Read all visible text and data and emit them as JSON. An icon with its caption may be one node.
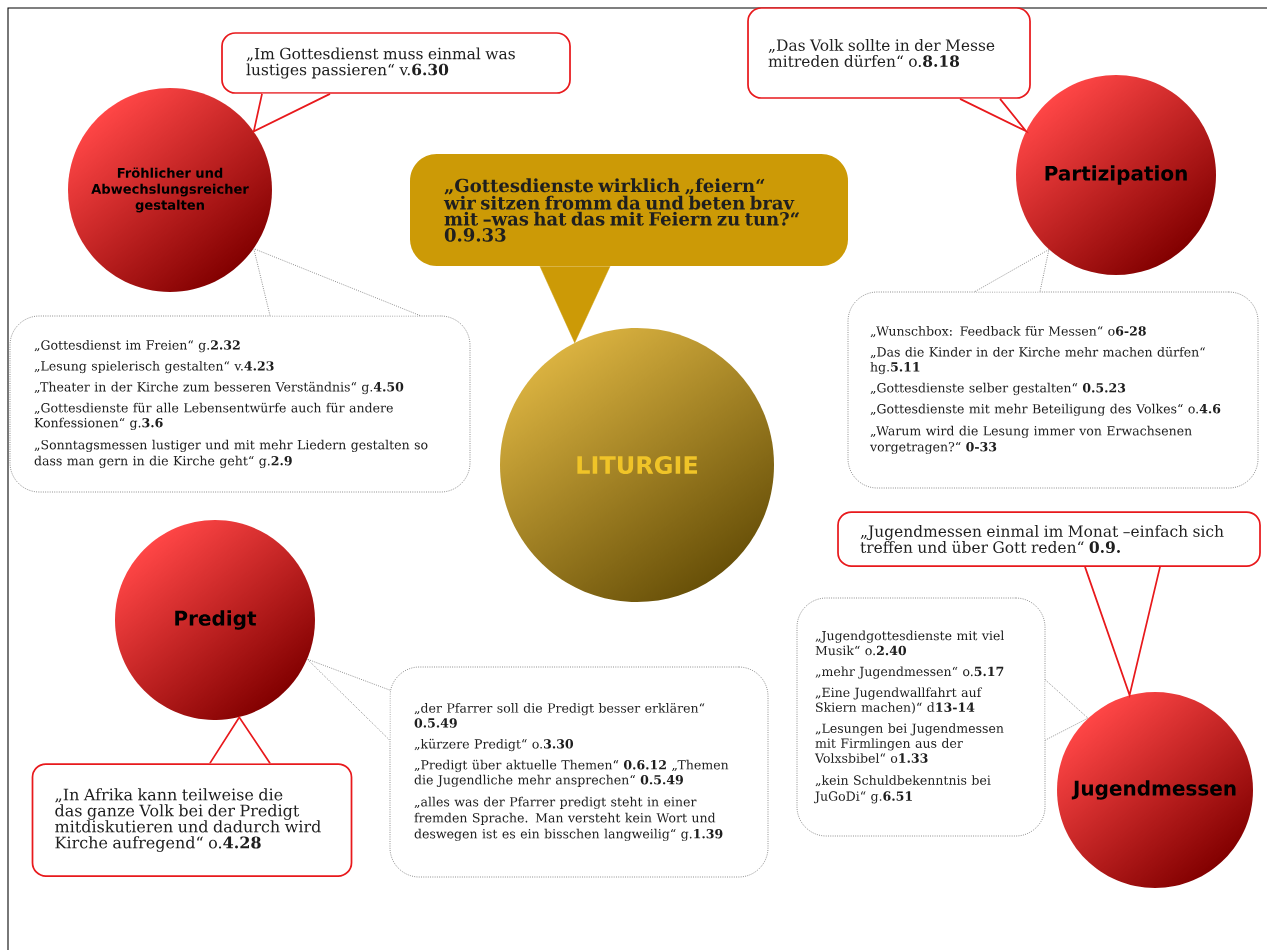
{
  "diagram": {
    "nodes": [
      {
        "text": [
          "„Im Gottesdienst muss einmal was lustiges passieren“ v.**6.30**"
        ]
      },
      {
        "text": [
          "„Das Volk sollte in der Messe mitreden dürfen“ o.**8.18**"
        ]
      },
      {
        "text": [
          "Fröhlicher und Abwechslungsreicher gestalten"
        ]
      },
      {
        "text": [
          "„Gottesdienste wirklich „feiern“ wir sitzen fromm da und beten brav mit –was hat das mit Feiern zu tun?“ 0.9.33"
        ]
      },
      {
        "text": [
          "Partizipation"
        ]
      },
      {
        "text": [
          "„Gottesdienst im Freien“ g.**2.32**",
          "„Lesung spielerisch gestalten“ v.**4.23**",
          "„Theater in der Kirche zum besseren Verständnis“ g.**4.50**",
          "„Gottesdienste für alle Lebensentwürfe auch für andere Konfessionen“ g.**3.6**",
          "„Sonntagsmessen lustiger und mit mehr Liedern gestalten so dass man gern in die Kirche geht“ g.**2.9**"
        ]
      },
      {
        "text": [
          "„Wunschbox: Feedback für Messen“ o**6-28**",
          "„Das die Kinder in der Kirche mehr machen dürfen“ hg.**5.11**",
          "„Gottesdienste selber gestalten“ **0.5.23**",
          "„Gottesdienste mit mehr Beteiligung des Volkes“ o.**4.6**",
          "„Warum wird die Lesung immer von Erwachsenen vorgetragen?“ **0-33**"
        ]
      },
      {
        "text": [
          "LITURGIE"
        ]
      },
      {
        "text": [
          "„Jugendmessen einmal im Monat –einfach sich treffen und über Gott reden“ **0.9.**"
        ]
      },
      {
        "text": [
          "Predigt"
        ]
      },
      {
        "text": [
          "„Jugendgottesdienste mit viel Musik“ o.**2.40**",
          "„mehr Jugendmessen“ o.**5.17**",
          "„Eine Jugendwallfahrt auf Skiern machen)“ d**13-14**",
          "„Lesungen bei Jugendmessen mit Firmlingen aus der Volxsbibel“ o**1.33**",
          "„kein Schuldbekenntnis bei JuGoDi“ g.**6.51**"
        ]
      },
      {
        "text": [
          "„der Pfarrer soll die Predigt besser erklären“ **0.5.49**",
          "„kürzere Predigt“ o.**3.30**",
          "„Predigt über aktuelle Themen“ **0.6.12** „Themen die Jugendliche mehr ansprechen“ **0.5.49**",
          "„alles was der Pfarrer predigt steht in einer fremden Sprache. Man versteht kein Wort und deswegen ist es ein bisschen langweilig“ g.**1.39**"
        ]
      },
      {
        "text": [
          "„In Afrika kann teilweise die das ganze Volk bei der Predigt mitdiskutieren und dadurch wird Kirche aufregend“ o.**4.28**"
        ]
      },
      {
        "text": [
          "Jugendmessen"
        ]
      }
    ]
  }
}
